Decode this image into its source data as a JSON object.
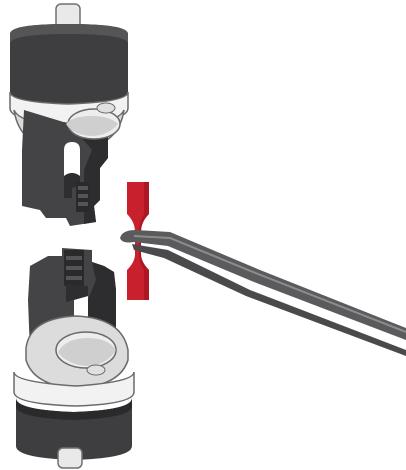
{
  "figure": {
    "colors": {
      "background": "#ffffff",
      "grip_body": "#3f3f41",
      "grip_body_dark": "#2a2a2c",
      "grip_jaw": "#454547",
      "grip_jaw_dark": "#2e2e30",
      "collar": "#f0f0f0",
      "collar_shade": "#d6d6d6",
      "shaft": "#e8e8e8",
      "outline": "#6a6a6a",
      "specimen": "#c8202e",
      "specimen_dark": "#a3121f",
      "tweezers": "#5a5a5c",
      "tweezers_light": "#8a8a8c"
    },
    "parts": [
      "upper-grip",
      "lower-grip",
      "test-specimen",
      "tweezers"
    ]
  }
}
